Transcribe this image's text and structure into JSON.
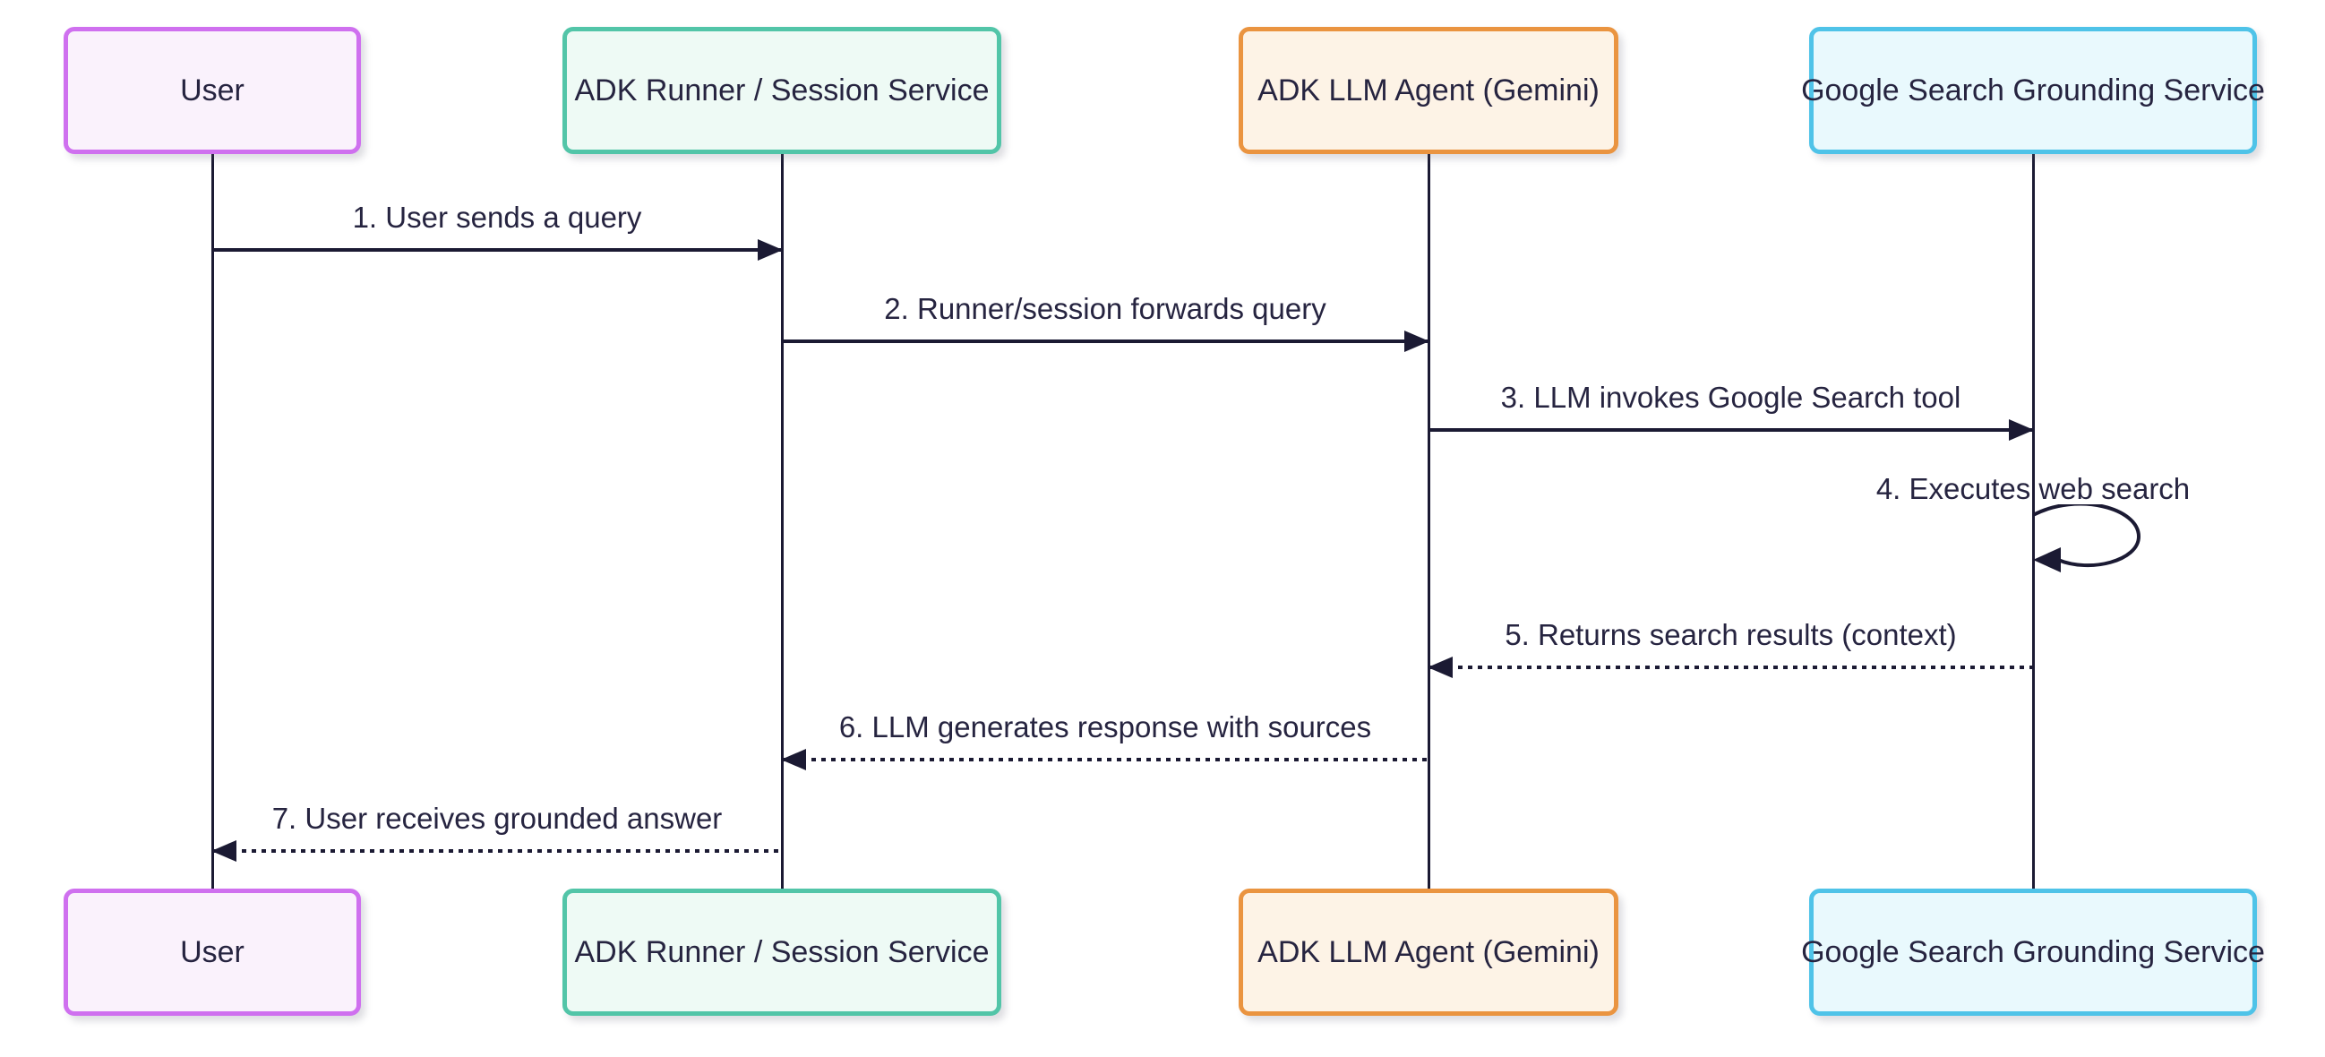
{
  "diagram": {
    "type": "sequence-diagram",
    "background": "#ffffff",
    "line_color": "#1b1a33",
    "text_color": "#262440",
    "actors": [
      {
        "id": "user",
        "label": "User",
        "fill": "#faf2fc",
        "border": "#cf70ef"
      },
      {
        "id": "runner",
        "label": "ADK Runner / Session Service",
        "fill": "#eefaf5",
        "border": "#52c5a8"
      },
      {
        "id": "llm",
        "label": "ADK LLM Agent (Gemini)",
        "fill": "#fdf3e6",
        "border": "#ea9440"
      },
      {
        "id": "google",
        "label": "Google Search Grounding Service",
        "fill": "#e9f9fd",
        "border": "#4fc3e8"
      }
    ],
    "messages": [
      {
        "step": 1,
        "label": "1. User sends a query",
        "from": "user",
        "to": "runner",
        "style": "solid",
        "direction": "right"
      },
      {
        "step": 2,
        "label": "2. Runner/session forwards query",
        "from": "runner",
        "to": "llm",
        "style": "solid",
        "direction": "right"
      },
      {
        "step": 3,
        "label": "3. LLM invokes Google Search tool",
        "from": "llm",
        "to": "google",
        "style": "solid",
        "direction": "right"
      },
      {
        "step": 4,
        "label": "4. Executes web search",
        "from": "google",
        "to": "google",
        "style": "solid",
        "direction": "self"
      },
      {
        "step": 5,
        "label": "5. Returns search results (context)",
        "from": "google",
        "to": "llm",
        "style": "dotted",
        "direction": "left"
      },
      {
        "step": 6,
        "label": "6. LLM generates response with sources",
        "from": "llm",
        "to": "runner",
        "style": "dotted",
        "direction": "left"
      },
      {
        "step": 7,
        "label": "7. User receives grounded answer",
        "from": "runner",
        "to": "user",
        "style": "dotted",
        "direction": "left"
      }
    ]
  }
}
